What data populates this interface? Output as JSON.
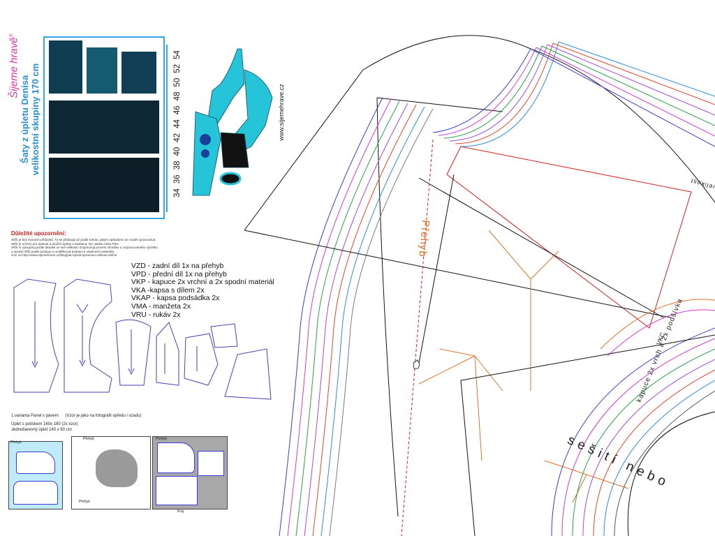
{
  "brand": {
    "name": "Šijeme hravě",
    "registered": "®"
  },
  "title": {
    "line1": "Šaty z úpletu Denisa",
    "line2": "velikostní skupiny 170 cm"
  },
  "sizes": [
    "34",
    "36",
    "38",
    "40",
    "42",
    "44",
    "46",
    "48",
    "50",
    "52",
    "54"
  ],
  "website": "www.sijemehrave.cz",
  "warning": {
    "heading": "Důležité upozornění:",
    "lines": [
      "Střih je bez švových přídavků. Ty se přidávají až podle tohoto, jakým způsobem se model zpracovává.",
      "Střih je určený pro úplnost a pružné úplety z elastanu, tzn. plastu nebo PES.",
      "Střih si vyloupnuj podle tabulek ve své velikosti. Doporučuji provést zkoušku u rozpracovaného výrobku",
      "a upravit střih podle postavy a modifikovat postavy a vlastnosti materiálu.",
      "více na http://www.sijemehrave.cz/blog/jak-vybrat-spravnou-velikost-strihu/"
    ]
  },
  "legend": [
    "VZD -  zadní díl 1x na přehyb",
    "VPD -  přední díl 1x na přehyb",
    "VKP - kapuce 2x vrchní a 2x spodní materiál",
    "VKA -kapsa s dílem 2x",
    "VKAP - kapsa podsádka 2x",
    "VMA -  manžeta 2x",
    "VRU - rukáv 2x"
  ],
  "variant": {
    "label": "1.varianta Panel s pávem",
    "note": "(Vzor je jako na fotografii vpředu i vzadu)"
  },
  "fabric": [
    "Úplet s potiskem 160x 180 (2x vzor)",
    "Jednobarevný úplet 140 x 60 cm"
  ],
  "layout_labels": {
    "fold": "Přehyb",
    "edge": "Kraj"
  },
  "pattern_labels": {
    "prehyb": "Přehyb",
    "sesiti": "sešití nebo",
    "kapuce": "kapuce 2x vrch a 2x podšívka",
    "vkc": "VKC",
    "velikost": "velikost"
  },
  "colors": {
    "accent_blue": "#3aa7e0",
    "brand_pink": "#d9339c",
    "warning_red": "#c0241d",
    "turquoise": "#25c4d9"
  }
}
